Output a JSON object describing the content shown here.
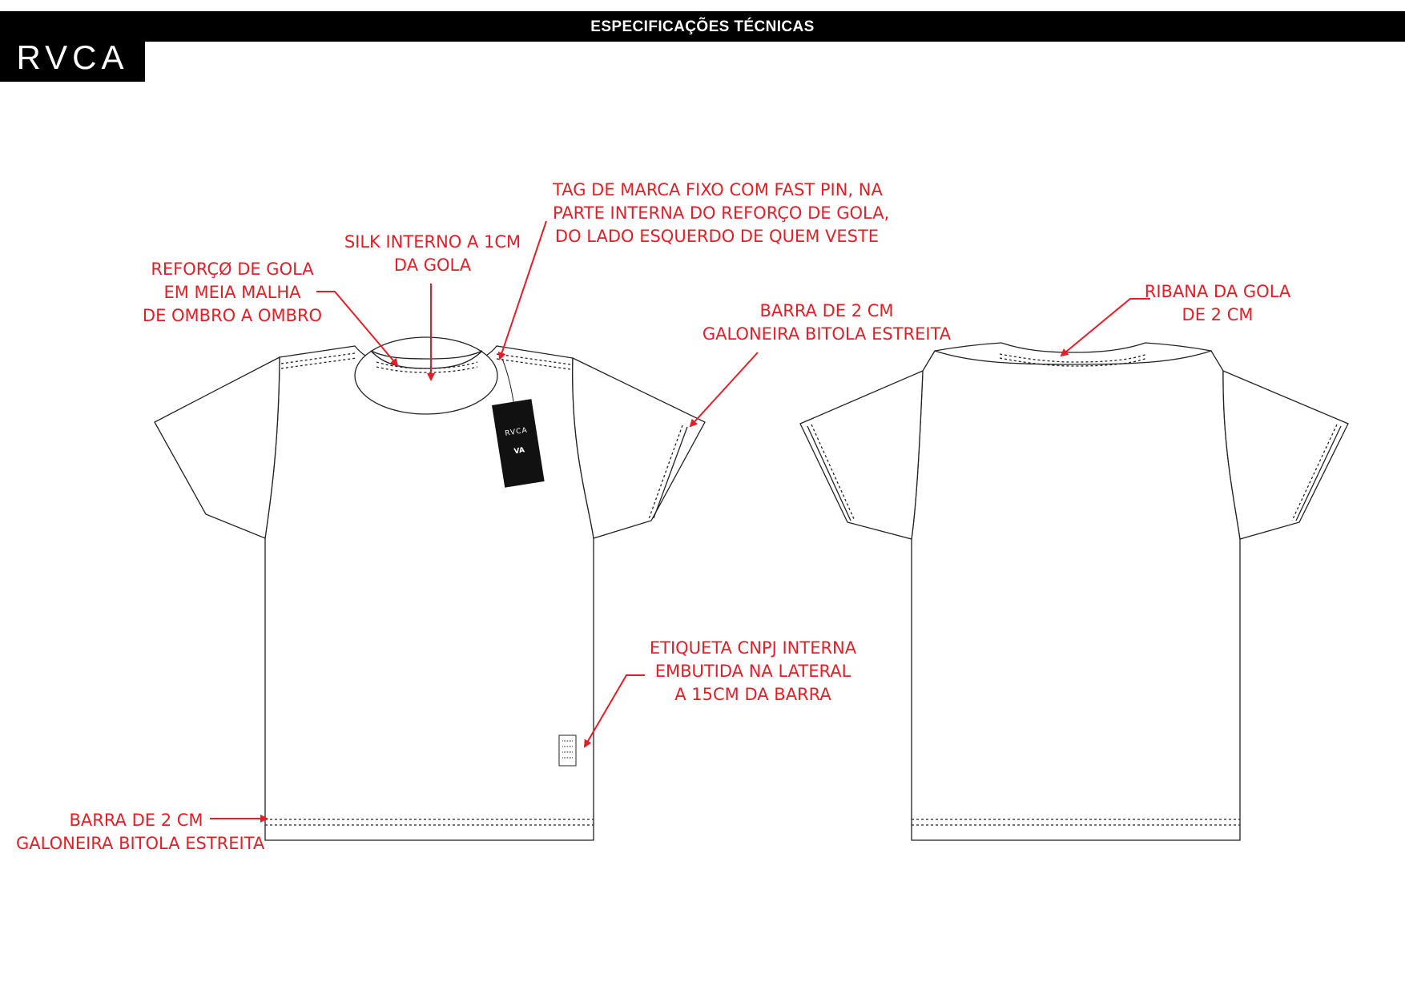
{
  "header": {
    "brand": "RVCA",
    "title": "ESPECIFICAÇÕES TÉCNICAS"
  },
  "hang_tag": {
    "brand": "RVCA",
    "mark": "VA"
  },
  "annotations": {
    "collar_reinforcement": [
      "REFORÇØ DE GOLA",
      "EM MEIA MALHA",
      "DE OMBRO A OMBRO"
    ],
    "silk": [
      "SILK INTERNO A 1CM",
      "DA GOLA"
    ],
    "brand_tag": [
      "TAG DE MARCA FIXO COM FAST PIN, NA",
      "PARTE INTERNA DO REFORÇO DE GOLA,",
      "DO LADO ESQUERDO  DE QUEM VESTE"
    ],
    "sleeve_hem": [
      "BARRA DE 2 CM",
      "GALONEIRA BITOLA ESTREITA"
    ],
    "cnpj_label": [
      "ETIQUETA CNPJ INTERNA",
      "EMBUTIDA NA LATERAL",
      "A 15CM DA BARRA"
    ],
    "bottom_hem": [
      "BARRA DE 2 CM",
      "GALONEIRA BITOLA ESTREITA"
    ],
    "back_collar": [
      "RIBANA DA GOLA",
      "DE 2 CM"
    ]
  },
  "colors": {
    "annotation": "#e41e26",
    "outline": "#222222",
    "header_bg": "#000000"
  }
}
